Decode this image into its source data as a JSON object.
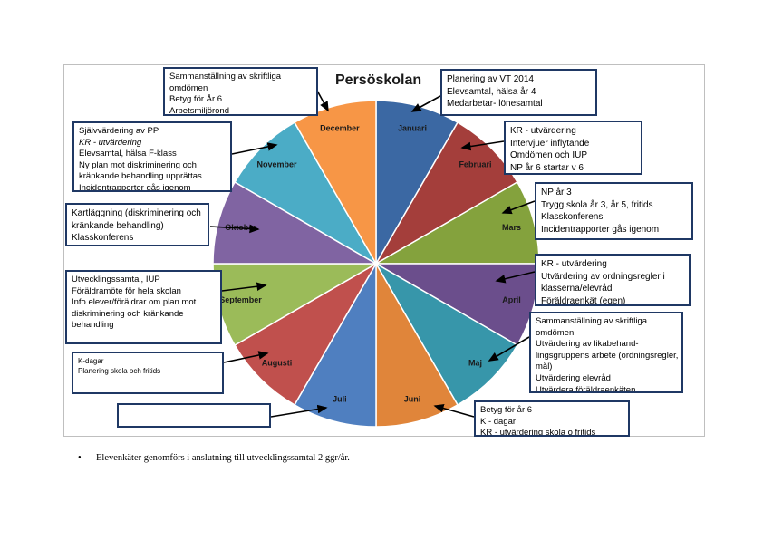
{
  "title": "Persöskolan",
  "chart_data": {
    "type": "pie",
    "title": "Persöskolan",
    "slices": [
      {
        "label": "Januari",
        "value": 1,
        "color": "#3b68a3"
      },
      {
        "label": "Februari",
        "value": 1,
        "color": "#a43e3b"
      },
      {
        "label": "Mars",
        "value": 1,
        "color": "#84a23d"
      },
      {
        "label": "April",
        "value": 1,
        "color": "#6b4e8c"
      },
      {
        "label": "Maj",
        "value": 1,
        "color": "#3796aa"
      },
      {
        "label": "Juni",
        "value": 1,
        "color": "#e0853a"
      },
      {
        "label": "Juli",
        "value": 1,
        "color": "#4f7fc0"
      },
      {
        "label": "Augusti",
        "value": 1,
        "color": "#c0504d"
      },
      {
        "label": "September",
        "value": 1,
        "color": "#9bbb59"
      },
      {
        "label": "Oktober",
        "value": 1,
        "color": "#8064a2"
      },
      {
        "label": "November",
        "value": 1,
        "color": "#4bacc6"
      },
      {
        "label": "December",
        "value": 1,
        "color": "#f79646"
      }
    ]
  },
  "notes": {
    "december": [
      "Sammanställning  av skriftliga",
      "omdömen",
      "Betyg för År 6",
      "Arbetsmiljörond"
    ],
    "january": [
      "Planering av VT 2014",
      "Elevsamtal, hälsa år 4",
      "Medarbetar- lönesamtal"
    ],
    "november": [
      "Självvärdering av PP",
      "KR - utvärdering",
      "Elevsamtal,  hälsa F-klass",
      "Ny plan mot diskriminering och",
      "kränkande behandling upprättas",
      "Incidentrapporter gås igenom"
    ],
    "february": [
      "KR - utvärdering",
      "Intervjuer inflytande",
      "Omdömen och IUP",
      "NP år 6 startar v 6"
    ],
    "october": [
      "Kartläggning (diskriminering och",
      "kränkande behandling)",
      "Klasskonferens"
    ],
    "march": [
      "NP år 3",
      "Trygg skola år 3, år 5, fritids",
      "Klasskonferens",
      "Incidentrapporter gås igenom"
    ],
    "september": [
      "Utvecklingssamtal,  IUP",
      "Föräldramöte för hela skolan",
      "Info elever/föräldrar om plan mot",
      "diskriminering och kränkande",
      "behandling"
    ],
    "april": [
      "KR - utvärdering",
      "Utvärdering av ordningsregler i",
      "klasserna/elevråd",
      "Föräldraenkät (egen)"
    ],
    "may": [
      "Sammanställning  av skriftliga",
      "omdömen",
      "Utvärdering av likabehand-",
      "lingsgruppens arbete (ordningsregler,",
      "mål)",
      "Utvärdering elevråd",
      "Utvärdera föräldraenkäten"
    ],
    "august": [
      "K-dagar",
      "Planering skola och fritids"
    ],
    "july": [],
    "june": [
      "Betyg för år 6",
      "K - dagar",
      "KR - utvärdering skola o fritids"
    ]
  },
  "footnote": "Elevenkäter genomförs i anslutning till utvecklingssamtal 2 ggr/år.",
  "footnote_bullet": "•"
}
